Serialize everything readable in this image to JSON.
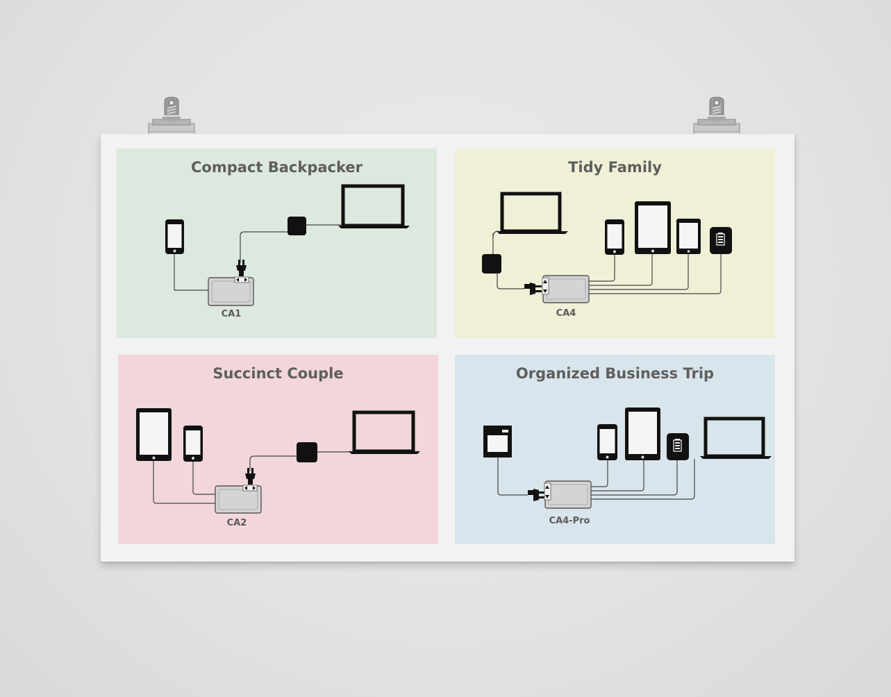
{
  "panels": [
    {
      "title": "Compact Backpacker",
      "model": "CA1"
    },
    {
      "title": "Tidy Family",
      "model": "CA4"
    },
    {
      "title": "Succinct Couple",
      "model": "CA2"
    },
    {
      "title": "Organized Business Trip",
      "model": "CA4-Pro"
    }
  ],
  "colors": {
    "backpacker_bg": "#dde8df",
    "family_bg": "#f0f0d7",
    "couple_bg": "#f2d6da",
    "business_bg": "#d9e5ec",
    "title_text": "#5e5e5e",
    "device_fill": "#111111",
    "adapter_fill": "#d4d4d4"
  },
  "icons": [
    "smartphone-icon",
    "tablet-icon",
    "laptop-icon",
    "power-brick-icon",
    "plug-icon",
    "battery-pack-icon",
    "travel-adapter-icon",
    "binder-clip-icon"
  ]
}
